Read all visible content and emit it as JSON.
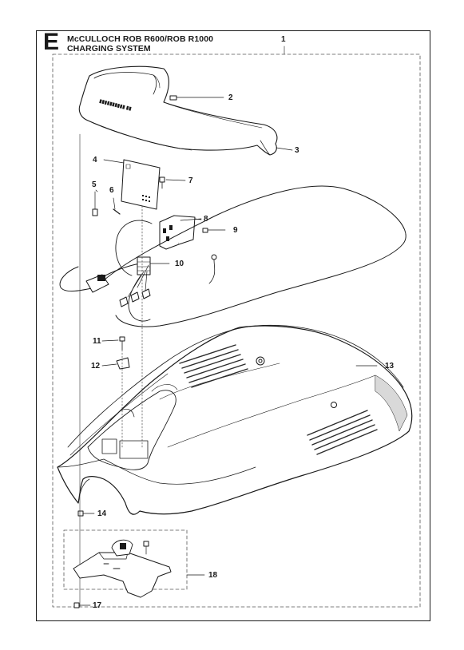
{
  "header": {
    "section_letter": "E",
    "model": "McCULLOCH  ROB R600/ROB R1000",
    "subtitle": "CHARGING SYSTEM"
  },
  "callouts": [
    {
      "id": "c1",
      "label": "1"
    },
    {
      "id": "c2",
      "label": "2"
    },
    {
      "id": "c3",
      "label": "3"
    },
    {
      "id": "c4",
      "label": "4"
    },
    {
      "id": "c5",
      "label": "5"
    },
    {
      "id": "c6",
      "label": "6"
    },
    {
      "id": "c7",
      "label": "7"
    },
    {
      "id": "c8",
      "label": "8"
    },
    {
      "id": "c9",
      "label": "9"
    },
    {
      "id": "c10",
      "label": "10"
    },
    {
      "id": "c11",
      "label": "11"
    },
    {
      "id": "c12",
      "label": "12"
    },
    {
      "id": "c13",
      "label": "13"
    },
    {
      "id": "c14",
      "label": "14"
    },
    {
      "id": "c17",
      "label": "17"
    },
    {
      "id": "c18",
      "label": "18"
    }
  ],
  "colors": {
    "line": "#1a1a1a",
    "dashed": "#555555",
    "shade": "#d9d9d9",
    "grille": "#2b2b2b"
  }
}
